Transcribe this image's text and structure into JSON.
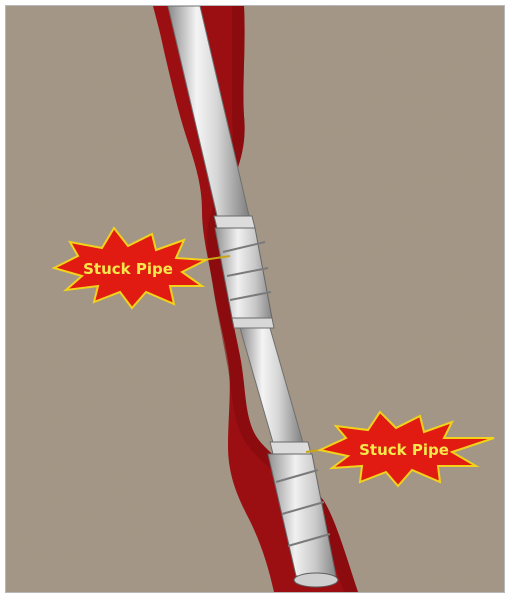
{
  "diagram": {
    "callouts": [
      {
        "id": "upper",
        "label": "Stuck Pipe"
      },
      {
        "id": "lower",
        "label": "Stuck Pipe"
      }
    ]
  },
  "colors": {
    "formation": "#a39584",
    "wellbore_mud": "#9a0f12",
    "pipe_light": "#eeeeee",
    "pipe_dark": "#8a8a8a",
    "burst_fill": "#e11b12",
    "burst_outline": "#f2d21a",
    "label_text": "#f6e84a"
  }
}
